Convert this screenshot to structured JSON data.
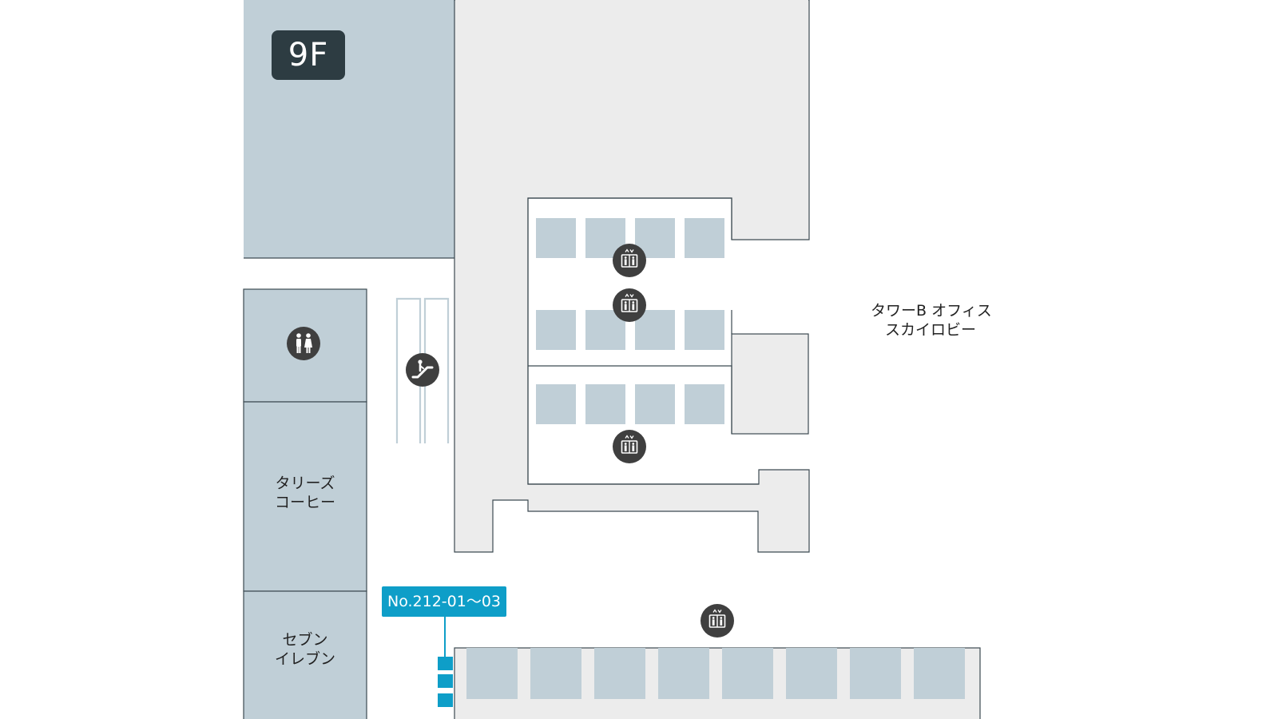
{
  "floor": {
    "label": "9F"
  },
  "areas": {
    "office_lobby": {
      "line1": "タワーB オフィス",
      "line2": "スカイロビー"
    },
    "tullys": {
      "line1": "タリーズ",
      "line2": "コーヒー"
    },
    "seven_eleven": {
      "line1": "セブン",
      "line2": "イレブン"
    }
  },
  "spot": {
    "label": "No.212-01〜03"
  },
  "icons": {
    "restroom": "restroom-icon",
    "escalator": "escalator-icon",
    "elevator": "elevator-icon"
  },
  "colors": {
    "tenant_block": "#c0cfd7",
    "corridor": "#ececec",
    "line": "#3c4a52",
    "icon_circle": "#3f3f3f",
    "floor_badge": "#2d3c42",
    "spot_badge": "#0e9ec8"
  }
}
